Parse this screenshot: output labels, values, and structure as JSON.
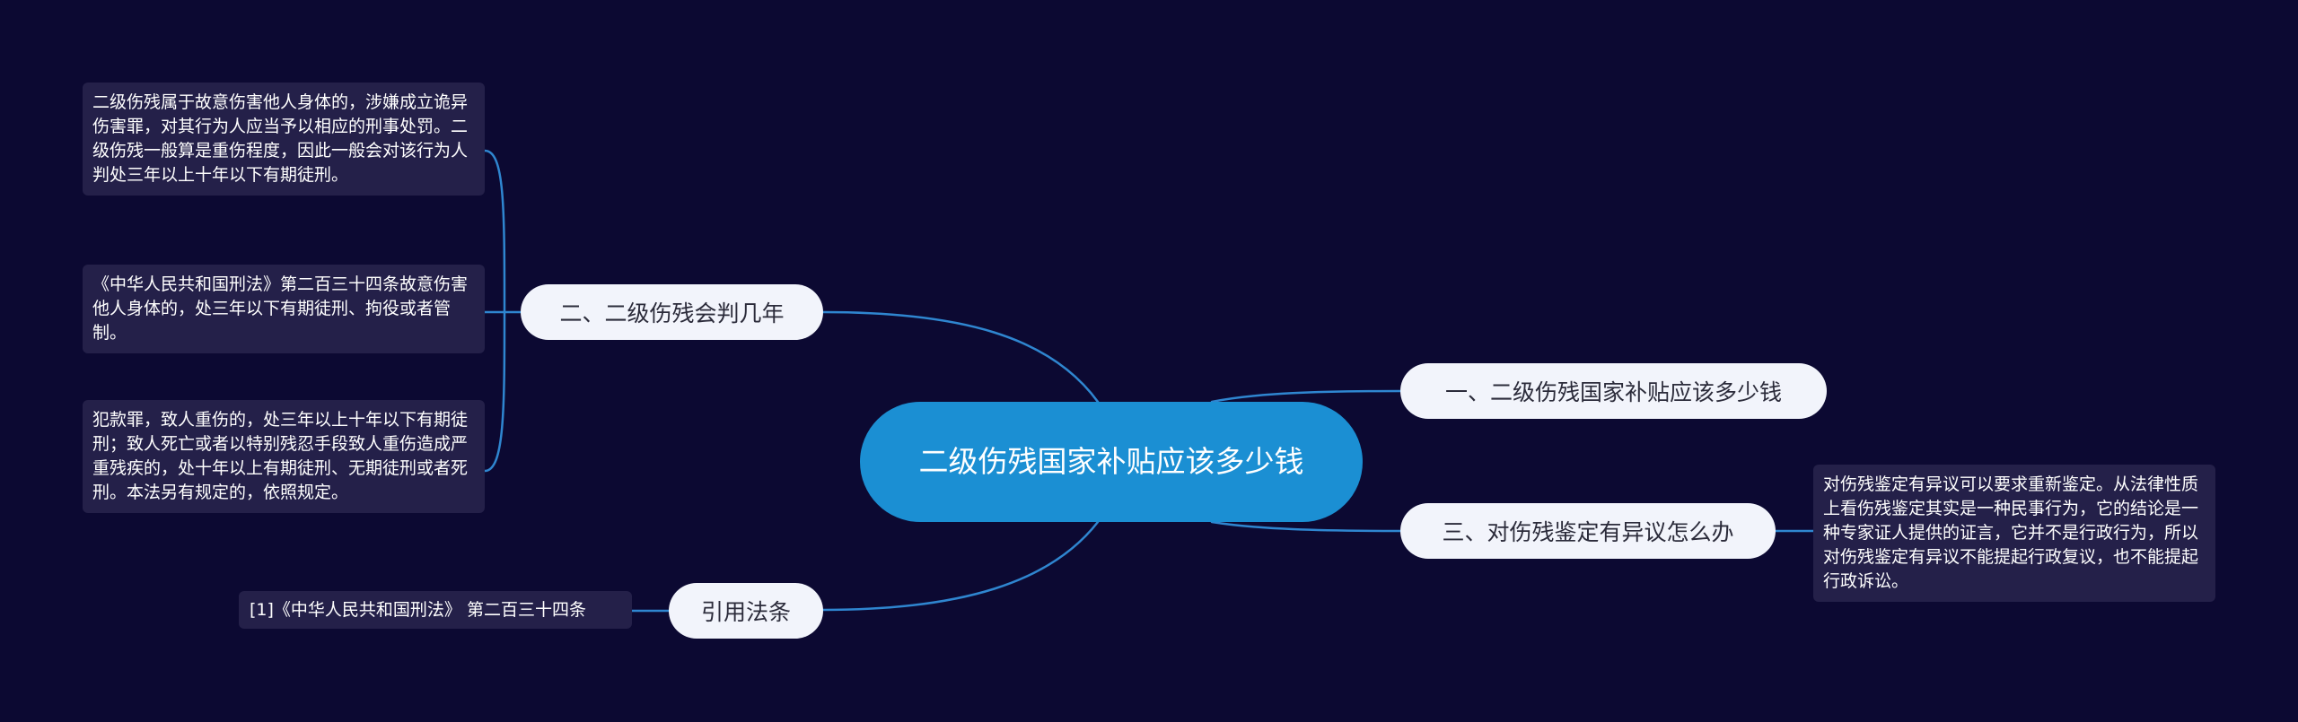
{
  "center": {
    "title": "二级伤残国家补贴应该多少钱"
  },
  "branches": {
    "b2": {
      "label": "二、二级伤残会判几年"
    },
    "b1": {
      "label": "一、二级伤残国家补贴应该多少钱"
    },
    "b3": {
      "label": "三、对伤残鉴定有异议怎么办"
    },
    "b4": {
      "label": "引用法条"
    }
  },
  "leaves": {
    "l1": "二级伤残属于故意伤害他人身体的，涉嫌成立诡异伤害罪，对其行为人应当予以相应的刑事处罚。二级伤残一般算是重伤程度，因此一般会对该行为人判处三年以上十年以下有期徒刑。",
    "l2": "《中华人民共和国刑法》第二百三十四条故意伤害他人身体的，处三年以下有期徒刑、拘役或者管制。",
    "l3": "犯款罪，致人重伤的，处三年以上十年以下有期徒刑；致人死亡或者以特别残忍手段致人重伤造成严重残疾的，处十年以上有期徒刑、无期徒刑或者死刑。本法另有规定的，依照规定。",
    "l4": "对伤残鉴定有异议可以要求重新鉴定。从法律性质上看伤残鉴定其实是一种民事行为，它的结论是一种专家证人提供的证言，它并不是行政行为，所以对伤残鉴定有异议不能提起行政复议，也不能提起行政诉讼。",
    "l5": "[1]《中华人民共和国刑法》 第二百三十四条"
  },
  "colors": {
    "background": "#0c0932",
    "center": "#1b8fd3",
    "link": "#2f86d0",
    "leaf": "#242049",
    "branch": "#f2f4fb"
  }
}
